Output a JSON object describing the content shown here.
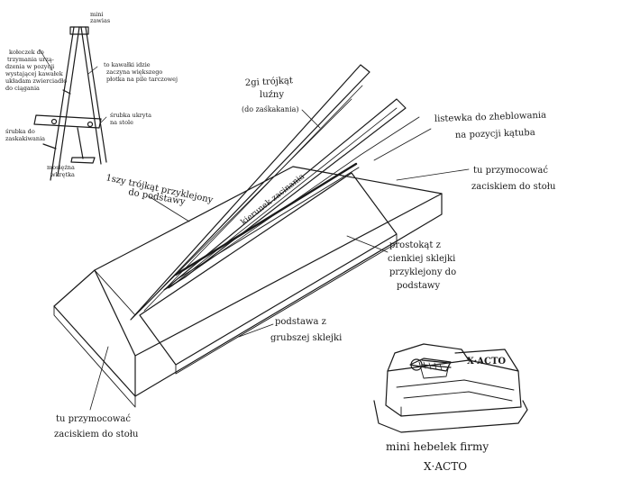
{
  "colors": {
    "ink": "#1a1a1a",
    "paper": "#ffffff"
  },
  "stand_sketch": {
    "mini_hinge": [
      "mini",
      "zawias"
    ],
    "peg_note": [
      "kołeczek do",
      "trzymania urzą-",
      "dzenia w pozycji",
      "wystającej kawałek",
      "układam zwierciadło",
      "do ciągania"
    ],
    "hole_note": [
      "to kawałki idzie",
      "zaczyna większego",
      "płotka na pile tarczowej"
    ],
    "adjust_note": [
      "śrubka do",
      "zaskakiwania"
    ],
    "screw_note": [
      "śrubka ukryta",
      "na stole"
    ],
    "pencil_note": [
      "mosiężna",
      "wkrętka"
    ]
  },
  "main_diagram": {
    "loose_triangle": [
      "2gi trójkąt",
      "luźny",
      "(do zaśkakania)"
    ],
    "strip_label": [
      "listewka do zheblowania",
      "na pozycji kątuba"
    ],
    "clamp_right": [
      "tu przymocować",
      "zaciskiem do stołu"
    ],
    "glued_triangle": [
      "1szy trójkąt przyklejony",
      "do podstawy"
    ],
    "direction": "kierunek zacinania",
    "rectangle_label": [
      "prostokąt z",
      "cienkiej sklejki",
      "przyklejony do",
      "podstawy"
    ],
    "base_label": [
      "podstawa z",
      "grubszej sklejki"
    ],
    "clamp_left": [
      "tu przymocować",
      "zaciskiem do stołu"
    ]
  },
  "plane": {
    "brand_on_tool": "X·ACTO",
    "caption": [
      "mini hebelek firmy",
      "X·ACTO"
    ]
  }
}
